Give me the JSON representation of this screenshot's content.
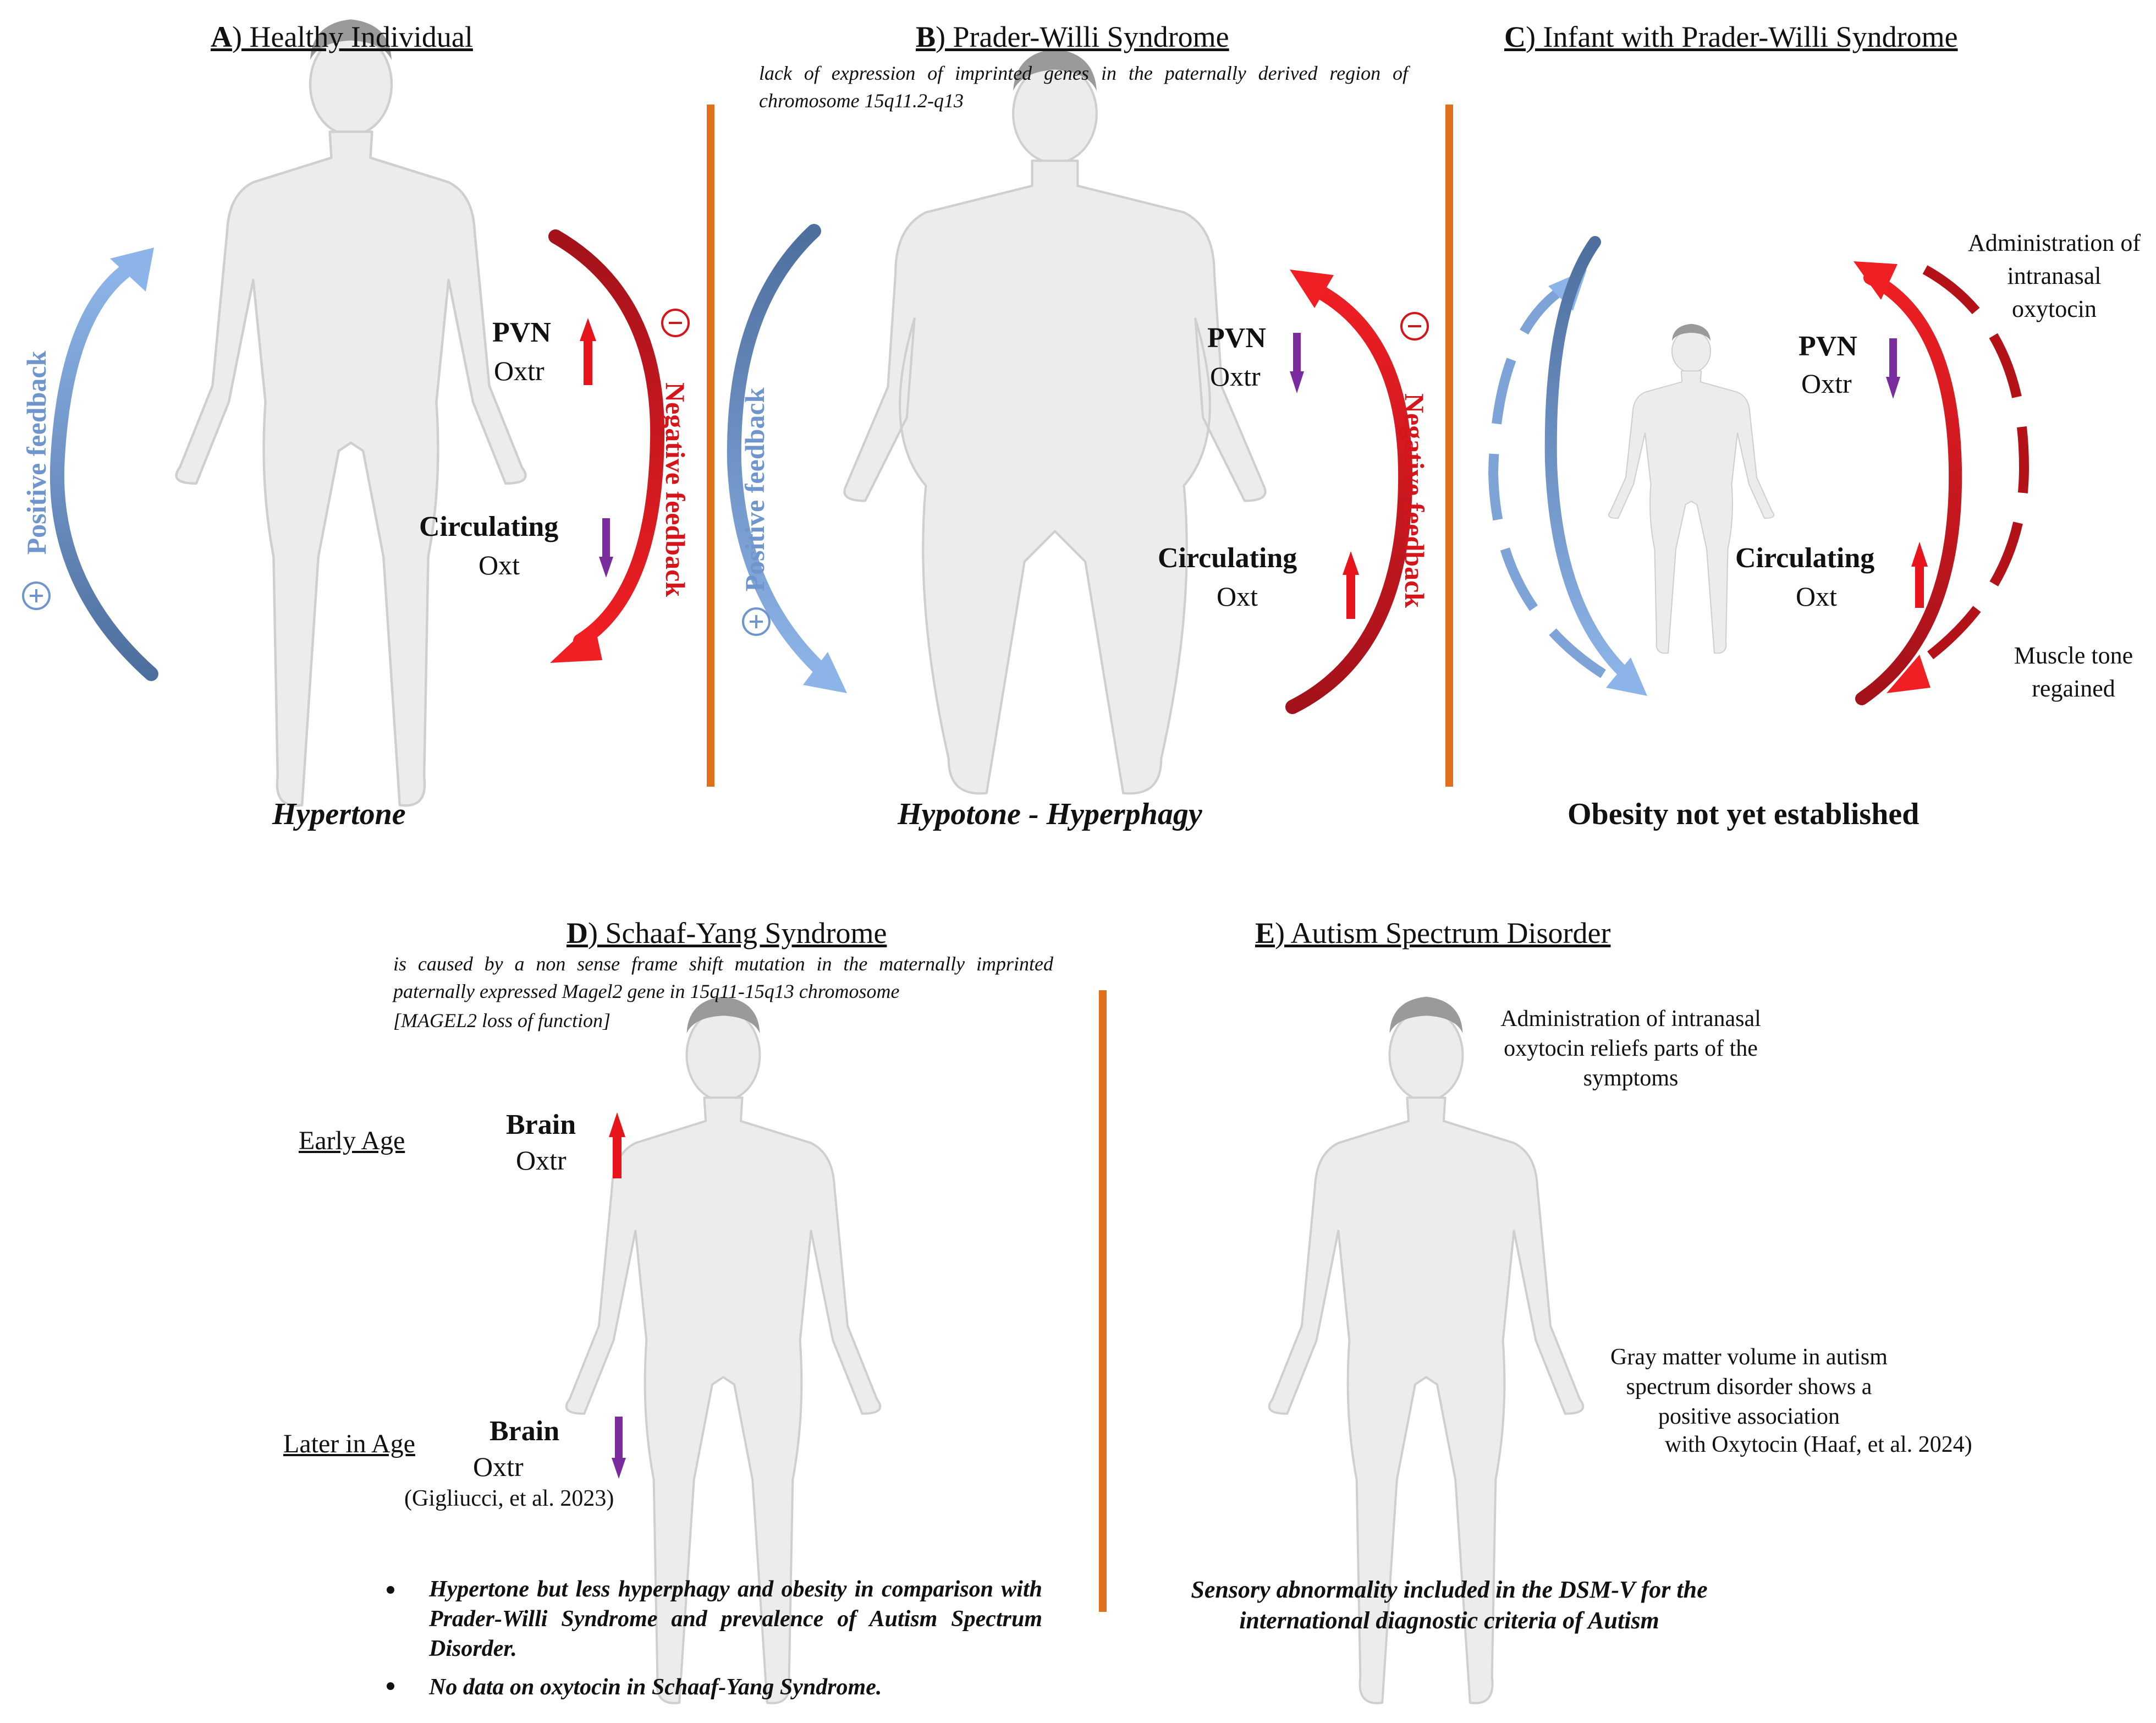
{
  "panelA": {
    "letter": "A",
    "title": ") Healthy Individual",
    "pvn": "PVN",
    "oxtr": "Oxtr",
    "circ": "Circulating",
    "oxt": "Oxt",
    "pos_feedback": "Positive feedback",
    "neg_feedback": "Negative feedback",
    "caption": "Hypertone"
  },
  "panelB": {
    "letter": "B",
    "title": ") Prader-Willi Syndrome",
    "subtitle": "lack of expression of imprinted genes in the paternally derived region of chromosome 15q11.2-q13",
    "pvn": "PVN",
    "oxtr": "Oxtr",
    "circ": "Circulating",
    "oxt": "Oxt",
    "pos_feedback": "Positive feedback",
    "neg_feedback": "Negative feedback",
    "caption": "Hypotone - Hyperphagy"
  },
  "panelC": {
    "letter": "C",
    "title": ") Infant with Prader-Willi Syndrome",
    "admin": "Administration of intranasal oxytocin",
    "pvn": "PVN",
    "oxtr": "Oxtr",
    "circ": "Circulating",
    "oxt": "Oxt",
    "muscle": "Muscle tone regained",
    "caption": "Obesity not yet established"
  },
  "panelD": {
    "letter": "D",
    "title": ") Schaaf-Yang Syndrome",
    "subtitle1": "is caused by a non sense frame shift mutation in the maternally imprinted paternally expressed Magel2 gene in 15q11-15q13 chromosome",
    "subtitle2": "[MAGEL2 loss of function]",
    "early": "Early Age",
    "later": "Later in Age",
    "brain": "Brain",
    "oxtr": "Oxtr",
    "ref": "(Gigliucci, et al. 2023)",
    "bullet1": "Hypertone but less hyperphagy and obesity in comparison with Prader-Willi Syndrome and prevalence of Autism Spectrum Disorder.",
    "bullet2": "No data on oxytocin in Schaaf-Yang Syndrome."
  },
  "panelE": {
    "letter": "E",
    "title": ") Autism Spectrum Disorder",
    "admin": "Administration of intranasal oxytocin reliefs parts of the symptoms",
    "gray": "Gray matter volume in autism spectrum disorder shows a positive association",
    "gray_ref": "with Oxytocin (Haaf, et al. 2024)",
    "caption": "Sensory abnormality included in the DSM-V for the international diagnostic criteria of Autism"
  },
  "colors": {
    "separator": "#e0701e",
    "up_arrow": "#e8141b",
    "down_arrow": "#7a2c9e",
    "positive": "#6f95cc",
    "negative": "#d6151a",
    "body_fill": "#ececec",
    "body_stroke": "#cfcfcf"
  },
  "icons": [
    "up-arrow-icon",
    "down-arrow-icon",
    "plus-circle-icon",
    "minus-circle-icon",
    "human-figure-icon"
  ]
}
